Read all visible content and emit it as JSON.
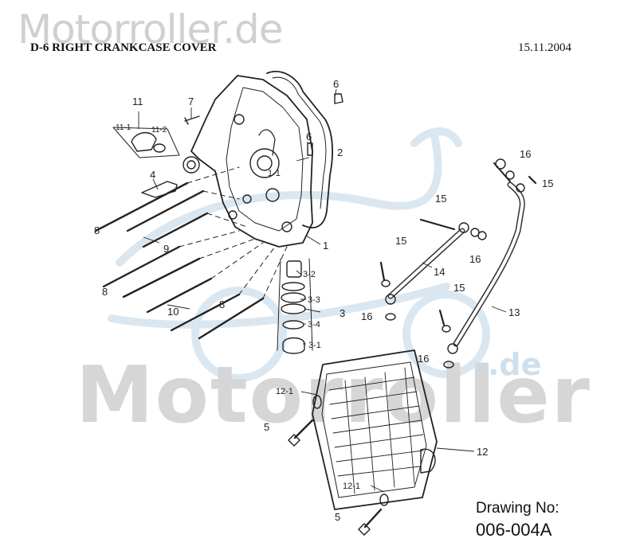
{
  "watermark": {
    "top": "Motorroller.de",
    "center": "Motorroller",
    "suffix": ".de"
  },
  "header": {
    "title": "D-6 RIGHT CRANKCASE COVER",
    "date": "15.11.2004"
  },
  "drawing": {
    "label": "Drawing No:",
    "number": "006-004A"
  },
  "callouts": {
    "c1": "1",
    "c1_1": "1-1",
    "c2": "2",
    "c3": "3",
    "c3_1": "3-1",
    "c3_2": "3-2",
    "c3_3": "3-3",
    "c3_4": "3-4",
    "c4": "4",
    "c5a": "5",
    "c5b": "5",
    "c6a": "6",
    "c6b": "6",
    "c7": "7",
    "c8a": "8",
    "c8b": "8",
    "c8c": "8",
    "c9": "9",
    "c10": "10",
    "c11": "11",
    "c11_1": "11-1",
    "c11_2": "11-2",
    "c12": "12",
    "c12_1a": "12-1",
    "c12_1b": "12-1",
    "c13": "13",
    "c14": "14",
    "c15a": "15",
    "c15b": "15",
    "c15c": "15",
    "c15d": "15",
    "c16a": "16",
    "c16b": "16",
    "c16c": "16",
    "c16d": "16"
  },
  "colors": {
    "ink": "#222222",
    "watermark_gray": "#d0d0d0",
    "watermark_blue": "#cfe0ec"
  }
}
